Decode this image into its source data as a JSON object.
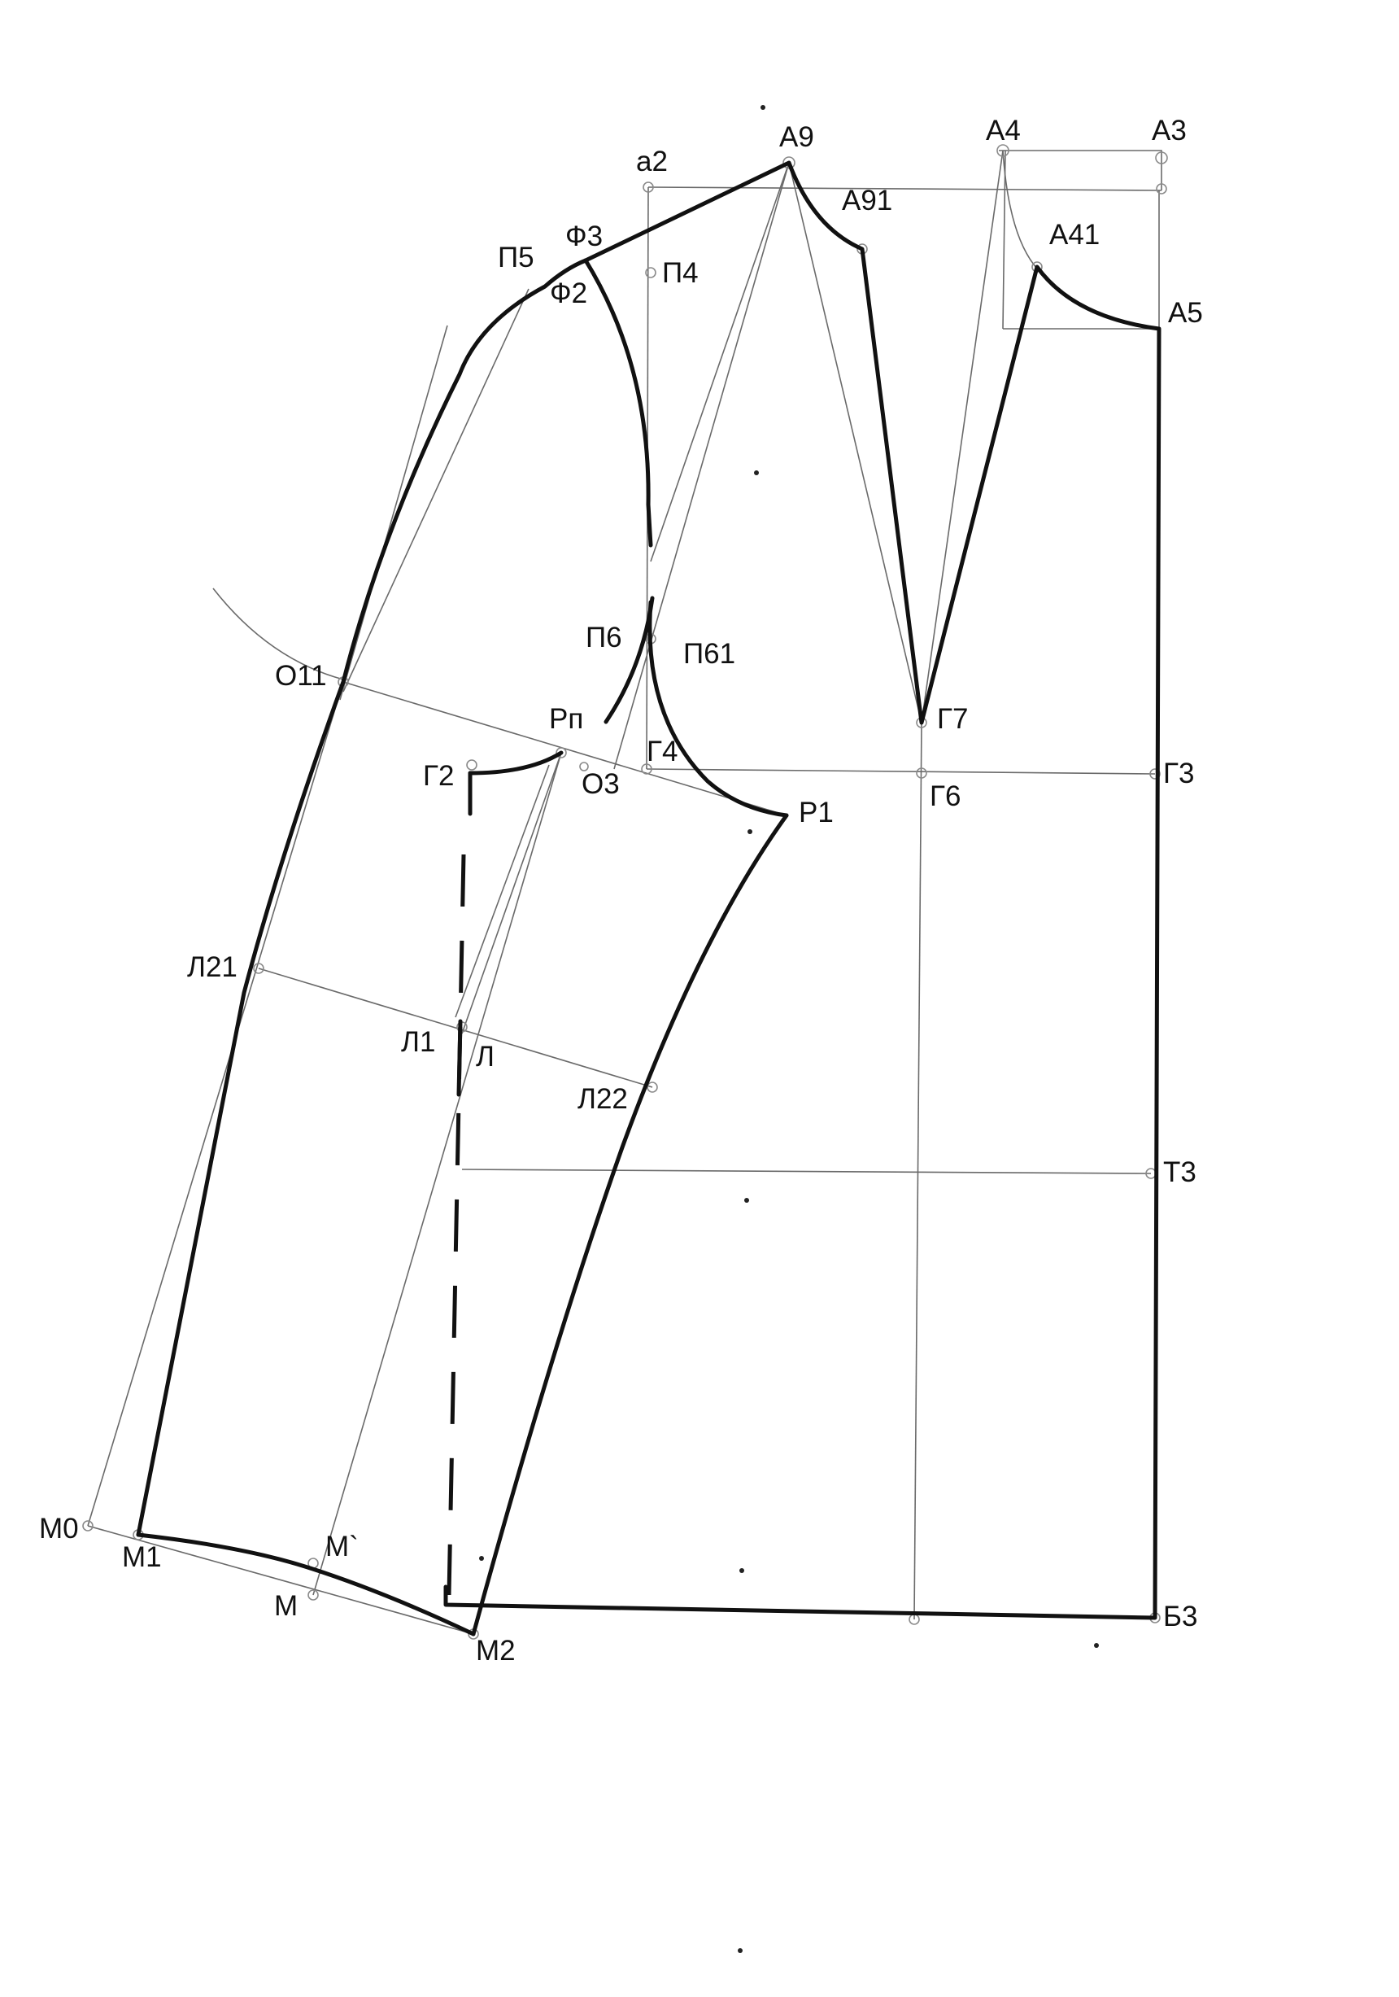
{
  "diagram": {
    "points": {
      "A9": "А9",
      "A4": "А4",
      "A3": "А3",
      "a2": "а2",
      "A91": "А91",
      "A41": "А41",
      "A5": "А5",
      "F3": "Ф3",
      "P5": "П5",
      "F2": "Ф2",
      "P4": "П4",
      "P6": "П6",
      "P61": "П61",
      "O11": "О11",
      "Rp": "Рп",
      "G7": "Г7",
      "G4": "Г4",
      "G2": "Г2",
      "O3": "О3",
      "G3": "Г3",
      "G6": "Г6",
      "R1": "Р1",
      "L21": "Л21",
      "L1": "Л1",
      "L": "Л",
      "L22": "Л22",
      "T3": "Т3",
      "M0": "М0",
      "M1": "М1",
      "Mprime": "М`",
      "M": "М",
      "M2": "М2",
      "B3": "Б3"
    }
  }
}
